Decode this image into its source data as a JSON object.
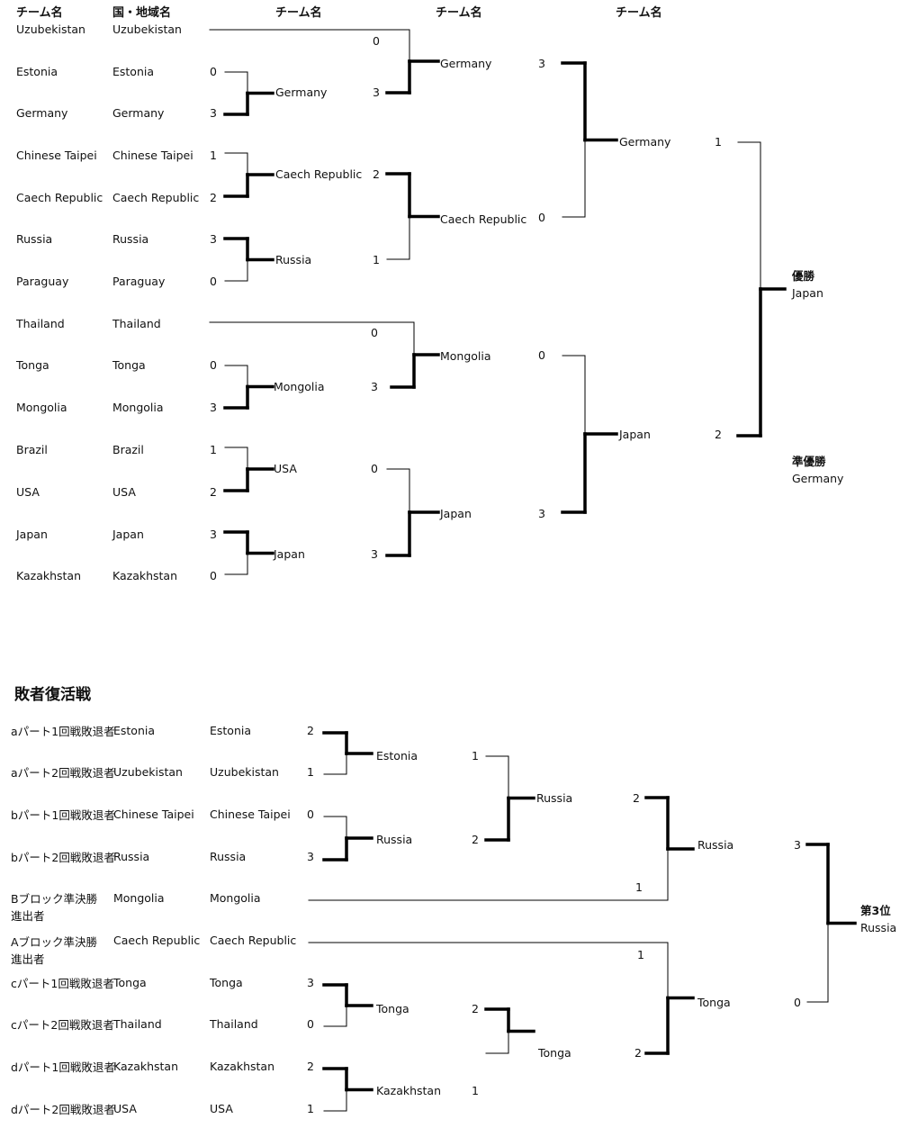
{
  "headers": {
    "team_name": "チーム名",
    "country_region": "国・地域名",
    "r1": "チーム名",
    "r2": "チーム名",
    "r3": "チーム名"
  },
  "main": {
    "entries": [
      {
        "team": "Uzubekistan",
        "country": "Uzubekistan"
      },
      {
        "team": "Estonia",
        "country": "Estonia"
      },
      {
        "team": "Germany",
        "country": "Germany"
      },
      {
        "team": "Chinese Taipei",
        "country": "Chinese Taipei"
      },
      {
        "team": "Caech Republic",
        "country": "Caech Republic"
      },
      {
        "team": "Russia",
        "country": "Russia"
      },
      {
        "team": "Paraguay",
        "country": "Paraguay"
      },
      {
        "team": "Thailand",
        "country": "Thailand"
      },
      {
        "team": "Tonga",
        "country": "Tonga"
      },
      {
        "team": "Mongolia",
        "country": "Mongolia"
      },
      {
        "team": "Brazil",
        "country": "Brazil"
      },
      {
        "team": "USA",
        "country": "USA"
      },
      {
        "team": "Japan",
        "country": "Japan"
      },
      {
        "team": "Kazakhstan",
        "country": "Kazakhstan"
      }
    ],
    "r1_matches": [
      {
        "scores": [
          "0",
          "3"
        ],
        "winner": "Germany"
      },
      {
        "scores": [
          "1",
          "2"
        ],
        "winner": "Caech Republic"
      },
      {
        "scores": [
          "3",
          "0"
        ],
        "winner": "Russia"
      },
      {
        "scores": [
          "0",
          "3"
        ],
        "winner": "Mongolia"
      },
      {
        "scores": [
          "1",
          "2"
        ],
        "winner": "USA"
      },
      {
        "scores": [
          "3",
          "0"
        ],
        "winner": "Japan"
      }
    ],
    "r2_matches": [
      {
        "scores": [
          "0",
          "3"
        ],
        "winner": "Germany"
      },
      {
        "scores": [
          "2",
          "1"
        ],
        "winner": "Caech Republic"
      },
      {
        "scores": [
          "0",
          "3"
        ],
        "winner": "Mongolia"
      },
      {
        "scores": [
          "0",
          "3"
        ],
        "winner": "Japan"
      }
    ],
    "r3_matches": [
      {
        "scores": [
          "3",
          "0"
        ],
        "winner": "Germany"
      },
      {
        "scores": [
          "0",
          "3"
        ],
        "winner": "Japan"
      }
    ],
    "final": {
      "scores": [
        "1",
        "2"
      ],
      "champion_label": "優勝",
      "champion": "Japan",
      "runner_up_label": "準優勝",
      "runner_up": "Germany"
    }
  },
  "repechage": {
    "title": "敗者復活戦",
    "entries": [
      {
        "slot": "aパート1回戦敗退者",
        "team": "Estonia",
        "country": "Estonia"
      },
      {
        "slot": "aパート2回戦敗退者",
        "team": "Uzubekistan",
        "country": "Uzubekistan"
      },
      {
        "slot": "bパート1回戦敗退者",
        "team": "Chinese Taipei",
        "country": "Chinese Taipei"
      },
      {
        "slot": "bパート2回戦敗退者",
        "team": "Russia",
        "country": "Russia"
      },
      {
        "slot": "Bブロック準決勝",
        "slot2": "進出者",
        "team": "Mongolia",
        "country": "Mongolia"
      },
      {
        "slot": "Aブロック準決勝",
        "slot2": "進出者",
        "team": "Caech Republic",
        "country": "Caech Republic"
      },
      {
        "slot": "cパート1回戦敗退者",
        "team": "Tonga",
        "country": "Tonga"
      },
      {
        "slot": "cパート2回戦敗退者",
        "team": "Thailand",
        "country": "Thailand"
      },
      {
        "slot": "dパート1回戦敗退者",
        "team": "Kazakhstan",
        "country": "Kazakhstan"
      },
      {
        "slot": "dパート2回戦敗退者",
        "team": "USA",
        "country": "USA"
      }
    ],
    "r1_matches": [
      {
        "scores": [
          "2",
          "1"
        ],
        "winner": "Estonia"
      },
      {
        "scores": [
          "0",
          "3"
        ],
        "winner": "Russia"
      },
      {
        "scores": [
          "3",
          "0"
        ],
        "winner": "Tonga"
      },
      {
        "scores": [
          "2",
          "1"
        ],
        "winner": "Kazakhstan"
      }
    ],
    "r2_matches": [
      {
        "scores": [
          "1",
          "2"
        ],
        "winner": "Russia"
      },
      {
        "scores": [
          "2",
          "1"
        ],
        "winner": "Tonga"
      }
    ],
    "r3_matches": [
      {
        "scores": [
          "2",
          "1"
        ],
        "winner": "Russia"
      },
      {
        "scores": [
          "1",
          "2"
        ],
        "winner": "Tonga"
      }
    ],
    "final": {
      "scores": [
        "3",
        "0"
      ],
      "third_label": "第3位",
      "third": "Russia"
    }
  }
}
